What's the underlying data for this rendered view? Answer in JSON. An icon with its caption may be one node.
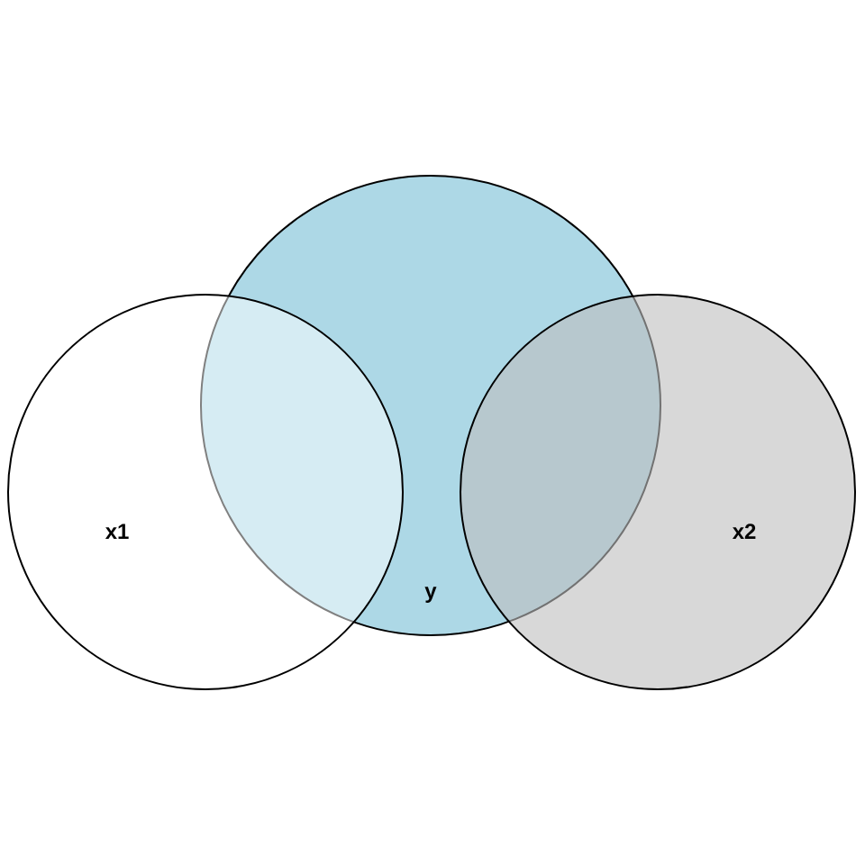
{
  "diagram": {
    "nodes": [
      {
        "text": [
          "x1"
        ]
      },
      {
        "text": [
          "y"
        ]
      },
      {
        "text": [
          "x2"
        ]
      }
    ]
  }
}
